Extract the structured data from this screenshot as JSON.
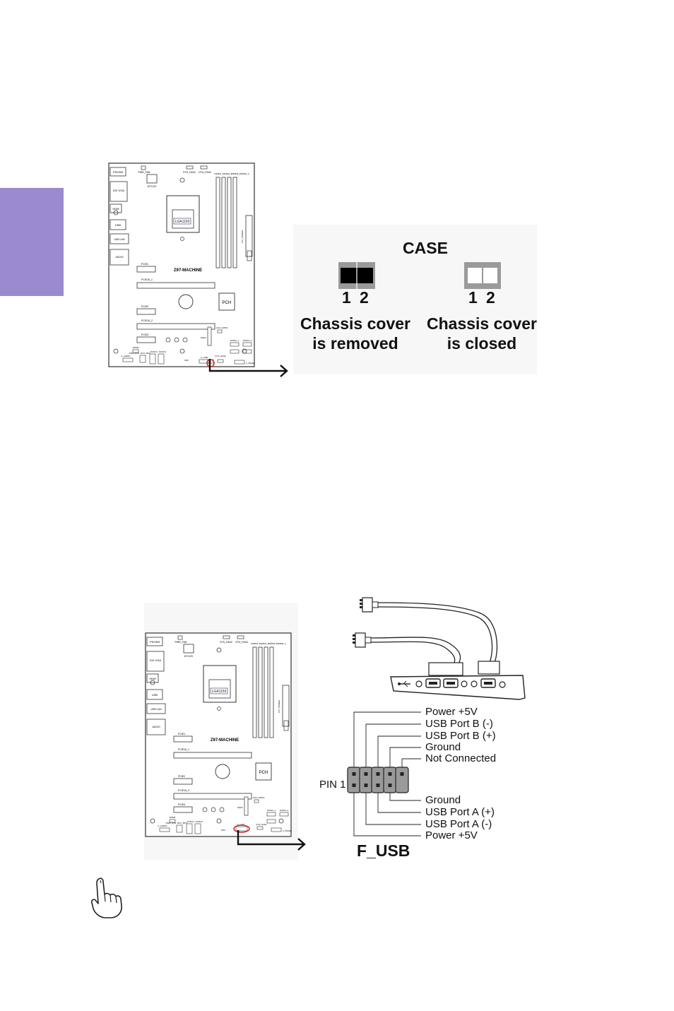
{
  "board": {
    "model": "Z97-MACHINE",
    "cpu_socket": "LGA1150",
    "chipset": "PCH",
    "slot_labels": [
      "PCIE1",
      "PCIE16_1",
      "PCIE2",
      "PCIE16_2",
      "PCIE3"
    ],
    "connector_labels": [
      "PS/2KB",
      "DVI VGA",
      "HDMI",
      "USB",
      "USB LAN",
      "AUDIO",
      "PWR_FAN",
      "ATX12V",
      "SYS_FAN2",
      "CPU_FAN1",
      "DIMM1_1",
      "DIMM1_2",
      "DIMM2_1",
      "DIMM2_2",
      "ATX_POWER",
      "SYS_FAN1",
      "USB3F",
      "CLR_CMOS",
      "SATA3_1",
      "SATA3_2",
      "SPDIF",
      "F_AUDIO",
      "F_USB",
      "SYS_FAN3",
      "F_PANEL",
      "PWR_BTN",
      "RST_BTN",
      "POST1",
      "POST2",
      "SPK",
      "NGFF"
    ]
  },
  "case_jumper": {
    "title": "CASE",
    "pin_numbers": [
      "1",
      "2"
    ],
    "state_removed_line1": "Chassis cover",
    "state_removed_line2": "is removed",
    "state_closed_line1": "Chassis cover",
    "state_closed_line2": "is closed"
  },
  "f_usb": {
    "title": "F_USB",
    "pin1_label": "PIN 1",
    "top_row": [
      "Power +5V",
      "USB Port B (-)",
      "USB Port B (+)",
      "Ground",
      "Not Connected"
    ],
    "bottom_row": [
      "Ground",
      "USB Port A (+)",
      "USB Port A (-)",
      "Power +5V"
    ]
  },
  "icons": [
    "hand-pointer-icon",
    "arrow-right-icon",
    "usb-icon"
  ],
  "colors": {
    "side_tab": "#9b8bce",
    "highlight_circle": "#d4332f",
    "jumper_closed_fill": "#000000",
    "diagram_bg": "#f7f7f7"
  }
}
